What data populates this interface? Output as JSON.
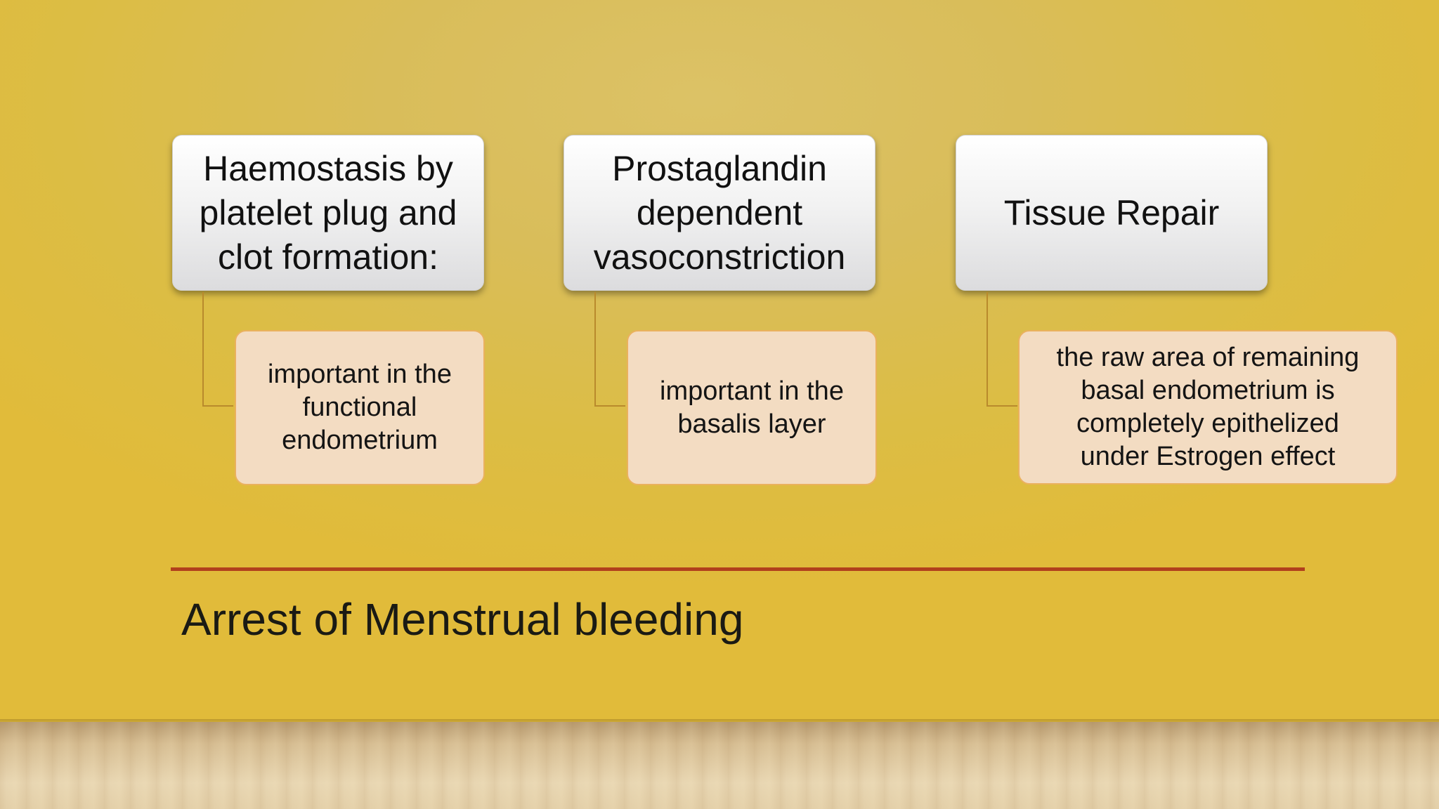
{
  "slide": {
    "title": "Arrest of Menstrual bleeding",
    "colors": {
      "background": "#dcbd44",
      "rule": "#b1401c",
      "sub_box_fill": "#f3dcc2",
      "sub_box_border": "#eab15e",
      "connector": "#b98a2c"
    }
  },
  "columns": [
    {
      "heading": "Haemostasis by\nplatelet plug and\nclot formation:",
      "detail": "important in the\nfunctional\nendometrium"
    },
    {
      "heading": "Prostaglandin\ndependent\nvasoconstriction",
      "detail": "important in the\nbasalis layer"
    },
    {
      "heading": "Tissue Repair",
      "detail": "the raw area of remaining\nbasal endometrium is\ncompletely epithelized\nunder Estrogen effect"
    }
  ]
}
